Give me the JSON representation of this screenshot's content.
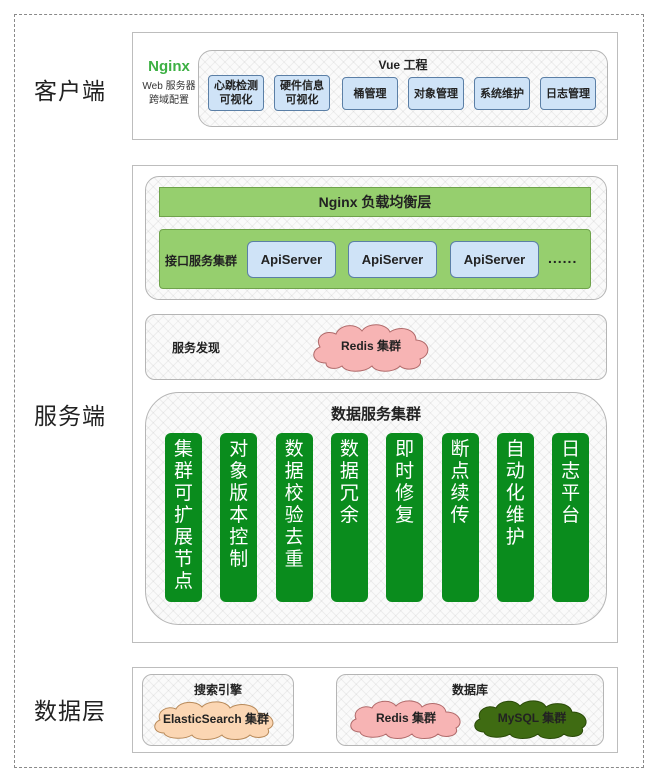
{
  "layers": {
    "client": "客户端",
    "server": "服务端",
    "data": "数据层"
  },
  "client": {
    "nginx_title": "Nginx",
    "nginx_desc_line1": "Web 服务器",
    "nginx_desc_line2": "跨域配置",
    "vue_title": "Vue 工程",
    "modules": [
      {
        "line1": "心跳检测",
        "line2": "可视化"
      },
      {
        "line1": "硬件信息",
        "line2": "可视化"
      },
      {
        "line1": "桶管理",
        "line2": ""
      },
      {
        "line1": "对象管理",
        "line2": ""
      },
      {
        "line1": "系统维护",
        "line2": ""
      },
      {
        "line1": "日志管理",
        "line2": ""
      }
    ]
  },
  "server": {
    "lb_title": "Nginx 负载均衡层",
    "api_cluster_label": "接口服务集群",
    "api_servers": [
      "ApiServer",
      "ApiServer",
      "ApiServer"
    ],
    "ellipsis": "......",
    "discovery_label": "服务发现",
    "discovery_cloud": "Redis 集群",
    "data_cluster_title": "数据服务集群",
    "pillars": [
      "集群可扩展节点",
      "对象版本控制",
      "数据校验去重",
      "数据冗余",
      "即时修复",
      "断点续传",
      "自动化维护",
      "日志平台"
    ]
  },
  "data": {
    "search_title": "搜索引擎",
    "search_cloud": "ElasticSearch 集群",
    "db_title": "数据库",
    "db_clouds": [
      "Redis 集群",
      "MySQL 集群"
    ]
  },
  "colors": {
    "green_bar": "#96cf6e",
    "pillar_green": "#0a8c1d",
    "blue_box": "#cfe3f7",
    "nginx_green": "#3cb043",
    "cloud_pink": "#f7b4b4",
    "cloud_peach": "#fbd6b3",
    "cloud_darkgreen": "#3f6b12"
  }
}
